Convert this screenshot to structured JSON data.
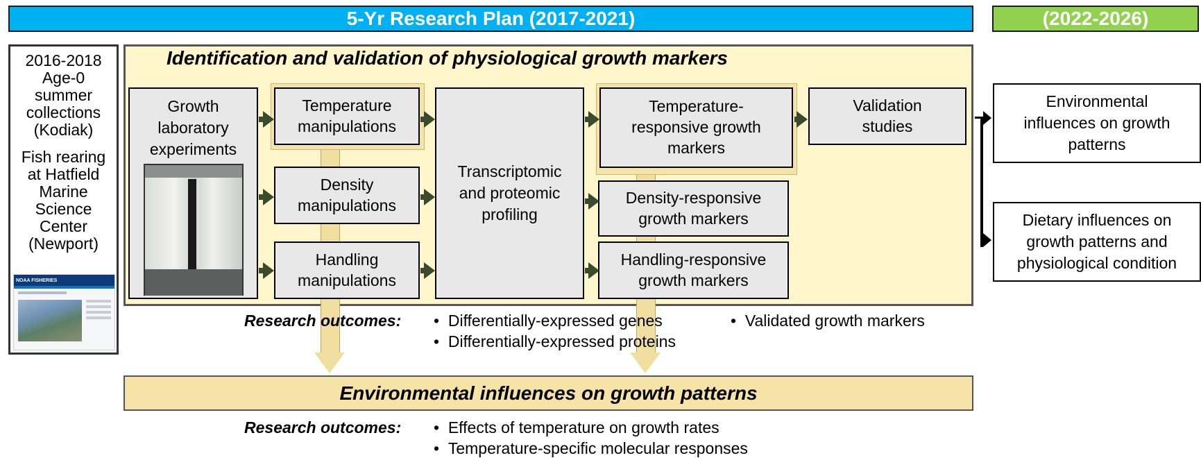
{
  "banners": {
    "plan": "5-Yr Research Plan (2017-2021)",
    "future": "(2022-2026)"
  },
  "left_panel": {
    "collections": [
      "2016-2018",
      "Age-0",
      "summer",
      "collections",
      "(Kodiak)"
    ],
    "rearing": [
      "Fish rearing",
      "at Hatfield",
      "Marine",
      "Science",
      "Center",
      "(Newport)"
    ],
    "web_thumb": "NOAA FISHERIES"
  },
  "main_panel": {
    "title": "Identification and validation of physiological growth markers",
    "growth_lab": [
      "Growth",
      "laboratory",
      "experiments"
    ],
    "manipulations": [
      [
        "Temperature",
        "manipulations"
      ],
      [
        "Density",
        "manipulations"
      ],
      [
        "Handling",
        "manipulations"
      ]
    ],
    "profiling": [
      "Transcriptomic",
      "and proteomic",
      "profiling"
    ],
    "markers": [
      [
        "Temperature-",
        "responsive growth",
        "markers"
      ],
      [
        "Density-responsive",
        "growth markers"
      ],
      [
        "Handling-responsive",
        "growth markers"
      ]
    ],
    "validation": [
      "Validation",
      "studies"
    ]
  },
  "outcomes1": {
    "label": "Research outcomes:",
    "items": [
      "Differentially-expressed genes",
      "Differentially-expressed proteins"
    ],
    "item_right": "Validated growth markers"
  },
  "env_bar": "Environmental influences on growth patterns",
  "outcomes2": {
    "label": "Research outcomes:",
    "items": [
      "Effects of temperature on growth rates",
      "Temperature-specific molecular responses"
    ]
  },
  "future_boxes": [
    [
      "Environmental",
      "influences on growth",
      "patterns"
    ],
    [
      "Dietary influences on",
      "growth patterns and",
      "physiological condition"
    ]
  ],
  "colors": {
    "plan_banner": "#00b0f0",
    "future_banner": "#92d050",
    "panel_fill": "#fff6cc",
    "env_bar_fill": "#f5e3a8",
    "arrow": "#3a4a2c",
    "down_arrow": "#f0dfa0"
  }
}
